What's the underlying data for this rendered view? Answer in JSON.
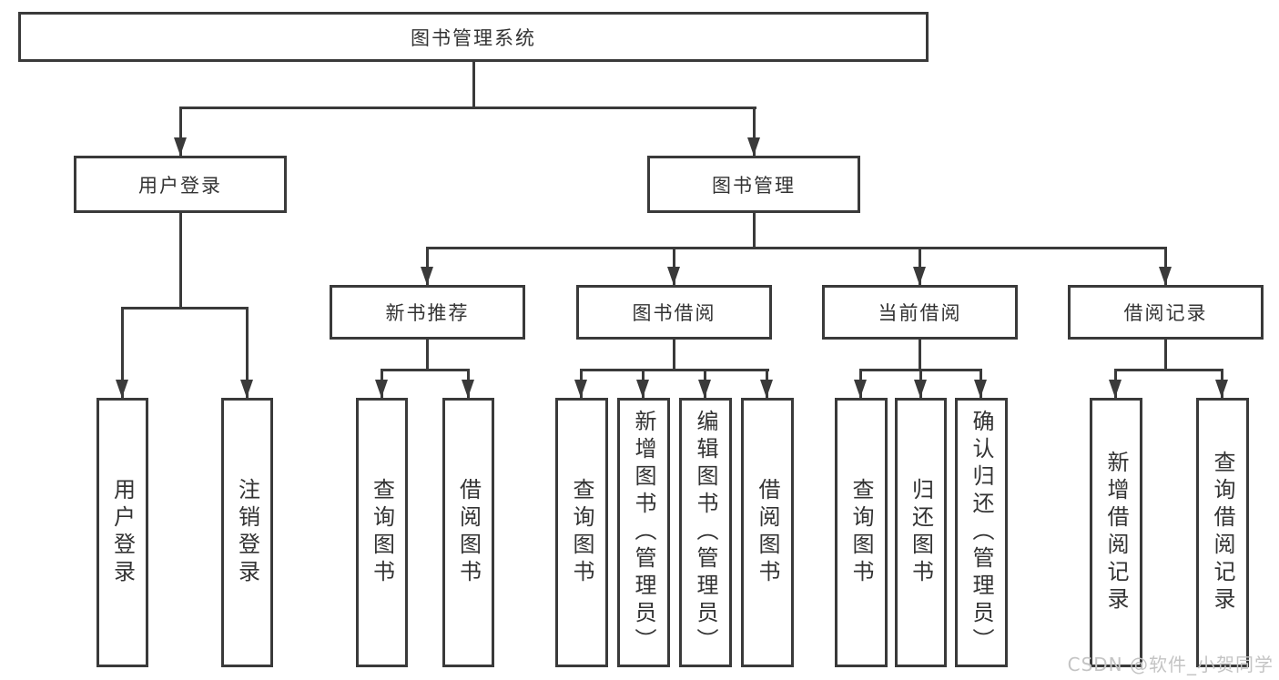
{
  "tree": {
    "root": {
      "label": "图书管理系统",
      "children": [
        {
          "label": "用户登录",
          "children": [
            {
              "label": "用户登录"
            },
            {
              "label": "注销登录"
            }
          ]
        },
        {
          "label": "图书管理",
          "children": [
            {
              "label": "新书推荐",
              "children": [
                {
                  "label": "查询图书"
                },
                {
                  "label": "借阅图书"
                }
              ]
            },
            {
              "label": "图书借阅",
              "children": [
                {
                  "label": "查询图书"
                },
                {
                  "label": "新增图书（管理员）"
                },
                {
                  "label": "编辑图书（管理员）"
                },
                {
                  "label": "借阅图书"
                }
              ]
            },
            {
              "label": "当前借阅",
              "children": [
                {
                  "label": "查询图书"
                },
                {
                  "label": "归还图书"
                },
                {
                  "label": "确认归还（管理员）"
                }
              ]
            },
            {
              "label": "借阅记录",
              "children": [
                {
                  "label": "新增借阅记录"
                },
                {
                  "label": "查询借阅记录"
                }
              ]
            }
          ]
        }
      ]
    }
  },
  "watermark": {
    "text": "CSDN @软件_小贺同学",
    "color": "#c4c4c4"
  },
  "colors": {
    "line": "#3a3a3a",
    "box_border": "#3a3a3a",
    "text": "#333333",
    "background": "#ffffff"
  }
}
